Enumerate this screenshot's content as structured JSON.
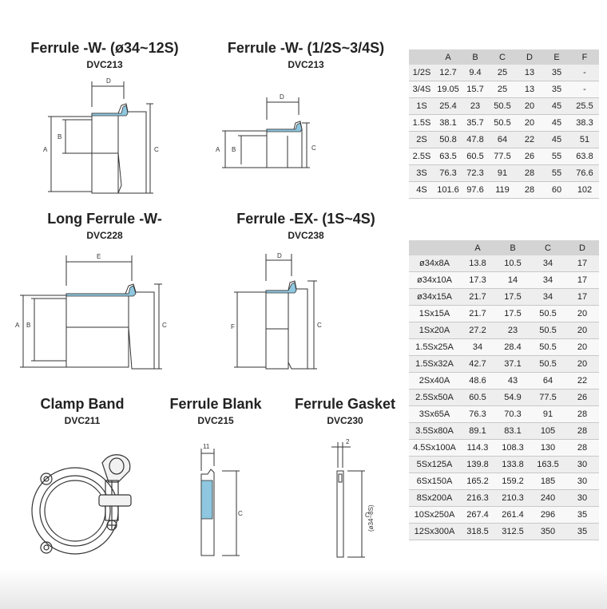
{
  "drawings": [
    {
      "title": "Ferrule -W- (ø34~12S)",
      "code": "DVC213",
      "labels": [
        "D",
        "A",
        "B",
        "C"
      ]
    },
    {
      "title": "Ferrule -W- (1/2S~3/4S)",
      "code": "DVC213",
      "labels": [
        "D",
        "A",
        "B",
        "C"
      ]
    },
    {
      "title": "Long Ferrule -W-",
      "code": "DVC228",
      "labels": [
        "E",
        "A",
        "B",
        "C"
      ]
    },
    {
      "title": "Ferrule -EX- (1S~4S)",
      "code": "DVC238",
      "labels": [
        "D",
        "F",
        "C"
      ]
    },
    {
      "title": "Clamp Band",
      "code": "DVC211",
      "labels": []
    },
    {
      "title": "Ferrule Blank",
      "code": "DVC215",
      "labels": [
        "11",
        "C"
      ]
    },
    {
      "title": "Ferrule Gasket",
      "code": "DVC230",
      "labels": [
        "2",
        "C",
        "(ø34~8S)"
      ]
    }
  ],
  "table1": {
    "headers": [
      "",
      "A",
      "B",
      "C",
      "D",
      "E",
      "F"
    ],
    "rows": [
      [
        "1/2S",
        "12.7",
        "9.4",
        "25",
        "13",
        "35",
        "-"
      ],
      [
        "3/4S",
        "19.05",
        "15.7",
        "25",
        "13",
        "35",
        "-"
      ],
      [
        "1S",
        "25.4",
        "23",
        "50.5",
        "20",
        "45",
        "25.5"
      ],
      [
        "1.5S",
        "38.1",
        "35.7",
        "50.5",
        "20",
        "45",
        "38.3"
      ],
      [
        "2S",
        "50.8",
        "47.8",
        "64",
        "22",
        "45",
        "51"
      ],
      [
        "2.5S",
        "63.5",
        "60.5",
        "77.5",
        "26",
        "55",
        "63.8"
      ],
      [
        "3S",
        "76.3",
        "72.3",
        "91",
        "28",
        "55",
        "76.6"
      ],
      [
        "4S",
        "101.6",
        "97.6",
        "119",
        "28",
        "60",
        "102"
      ]
    ]
  },
  "table2": {
    "headers": [
      "",
      "A",
      "B",
      "C",
      "D"
    ],
    "rows": [
      [
        "ø34x8A",
        "13.8",
        "10.5",
        "34",
        "17"
      ],
      [
        "ø34x10A",
        "17.3",
        "14",
        "34",
        "17"
      ],
      [
        "ø34x15A",
        "21.7",
        "17.5",
        "34",
        "17"
      ],
      [
        "1Sx15A",
        "21.7",
        "17.5",
        "50.5",
        "20"
      ],
      [
        "1Sx20A",
        "27.2",
        "23",
        "50.5",
        "20"
      ],
      [
        "1.5Sx25A",
        "34",
        "28.4",
        "50.5",
        "20"
      ],
      [
        "1.5Sx32A",
        "42.7",
        "37.1",
        "50.5",
        "20"
      ],
      [
        "2Sx40A",
        "48.6",
        "43",
        "64",
        "22"
      ],
      [
        "2.5Sx50A",
        "60.5",
        "54.9",
        "77.5",
        "26"
      ],
      [
        "3Sx65A",
        "76.3",
        "70.3",
        "91",
        "28"
      ],
      [
        "3.5Sx80A",
        "89.1",
        "83.1",
        "105",
        "28"
      ],
      [
        "4.5Sx100A",
        "114.3",
        "108.3",
        "130",
        "28"
      ],
      [
        "5Sx125A",
        "139.8",
        "133.8",
        "163.5",
        "30"
      ],
      [
        "6Sx150A",
        "165.2",
        "159.2",
        "185",
        "30"
      ],
      [
        "8Sx200A",
        "216.3",
        "210.3",
        "240",
        "30"
      ],
      [
        "10Sx250A",
        "267.4",
        "261.4",
        "296",
        "35"
      ],
      [
        "12Sx300A",
        "318.5",
        "312.5",
        "350",
        "35"
      ]
    ]
  },
  "colors": {
    "accent": "#8ec7df",
    "line": "#333333",
    "header_bg": "#d4d4d4"
  }
}
